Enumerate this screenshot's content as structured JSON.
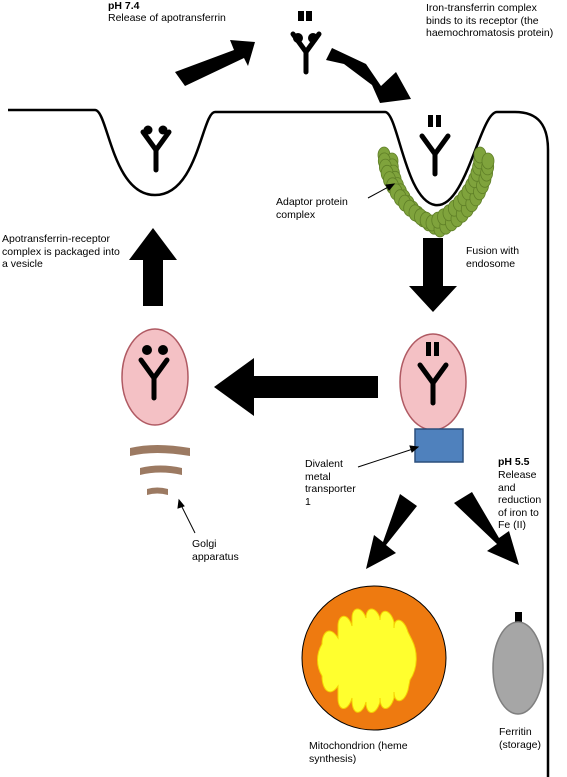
{
  "labels": {
    "ph74_title": "pH 7.4",
    "ph74_desc": "Release of apotransferrin",
    "iron_binding": "Iron-transferrin complex\nbinds to its receptor (the\nhaemochromatosis protein)",
    "adaptor": "Adaptor protein\ncomplex",
    "fusion": "Fusion with\nendosome",
    "apo_vesicle": "Apotransferrin-receptor\ncomplex is packaged into\na vesicle",
    "dmt1": "Divalent\nmetal\ntransporter\n1",
    "ph55_title": "pH 5.5",
    "ph55_desc": "Release\nand\nreduction\nof iron to\nFe (II)",
    "golgi": "Golgi\napparatus",
    "mitochondrion": "Mitochondrion (heme\nsynthesis)",
    "ferritin": "Ferritin\n(storage)"
  },
  "colors": {
    "vesicle_fill": "#f4c1c5",
    "vesicle_stroke": "#b05a63",
    "adaptor": "#7fa33c",
    "dmt1_fill": "#4f81bd",
    "dmt1_stroke": "#2c4f7c",
    "golgi": "#9c7a62",
    "mito_outer": "#ee7a10",
    "mito_inner": "#ffff2e",
    "ferritin": "#a6a6a6",
    "arrow": "#000000"
  }
}
